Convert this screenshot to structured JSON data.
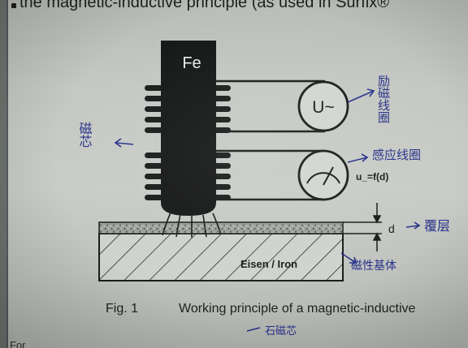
{
  "heading": {
    "text": "the magnetic-inductive principle (as used in Surfix®"
  },
  "diagram": {
    "core_label": "Fe",
    "excitation_label": "U~",
    "measurement_label": "u_=f(d)",
    "gap_label": "d",
    "base_label": "Eisen / Iron"
  },
  "annotations": {
    "core_note": "磁芯",
    "excitation_note": "励磁线圈",
    "sensing_note": "感应线圈",
    "layer_note": "覆层",
    "base_note": "磁性基体",
    "bottom_note": "石磁芯"
  },
  "caption": {
    "label": "Fig. 1",
    "text": "Working principle of a magnetic-inductive"
  },
  "bottom_fragment": "For",
  "colors": {
    "ink": "#1b1d1c",
    "pen": "#27318a",
    "paper": "#c6c9c4"
  }
}
